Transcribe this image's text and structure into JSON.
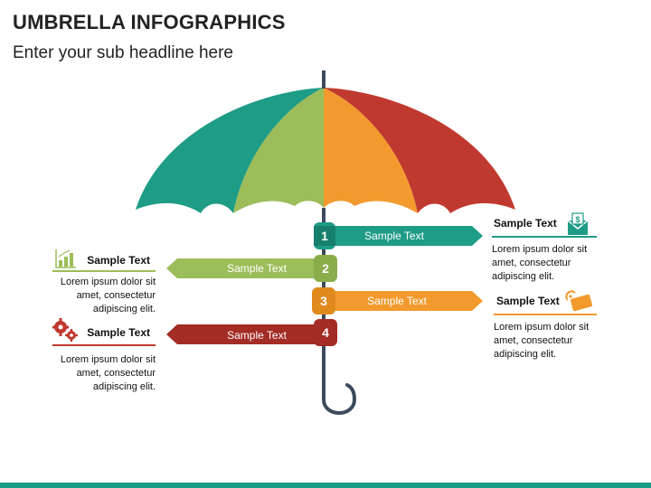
{
  "title": "UMBRELLA INFOGRAPHICS",
  "subtitle": "Enter your sub headline here",
  "colors": {
    "teal": "#1f9c86",
    "green": "#9cbd59",
    "orange": "#f29a2e",
    "red": "#c0392f",
    "olive": "#8aac4a",
    "maroon": "#a32c24",
    "handle": "#3c4a5c"
  },
  "steps": [
    {
      "num": "1",
      "label": "Sample Text"
    },
    {
      "num": "2",
      "label": "Sample Text"
    },
    {
      "num": "3",
      "label": "Sample Text"
    },
    {
      "num": "4",
      "label": "Sample Text"
    }
  ],
  "panels": {
    "p1": {
      "heading": "Sample Text",
      "body": [
        "Lorem ipsum dolor sit",
        "amet, consectetur",
        "adipiscing elit."
      ],
      "icon": "money-envelope-icon"
    },
    "p2": {
      "heading": "Sample Text",
      "body": [
        "Lorem ipsum dolor sit",
        "amet, consectetur",
        "adipiscing elit."
      ],
      "icon": "bar-chart-icon"
    },
    "p3": {
      "heading": "Sample Text",
      "body": [
        "Lorem ipsum dolor sit",
        "amet, consectetur",
        "adipiscing elit."
      ],
      "icon": "wireless-card-icon"
    },
    "p4": {
      "heading": "Sample Text",
      "body": [
        "Lorem ipsum dolor sit",
        "amet, consectetur",
        "adipiscing elit."
      ],
      "icon": "gears-icon"
    }
  }
}
